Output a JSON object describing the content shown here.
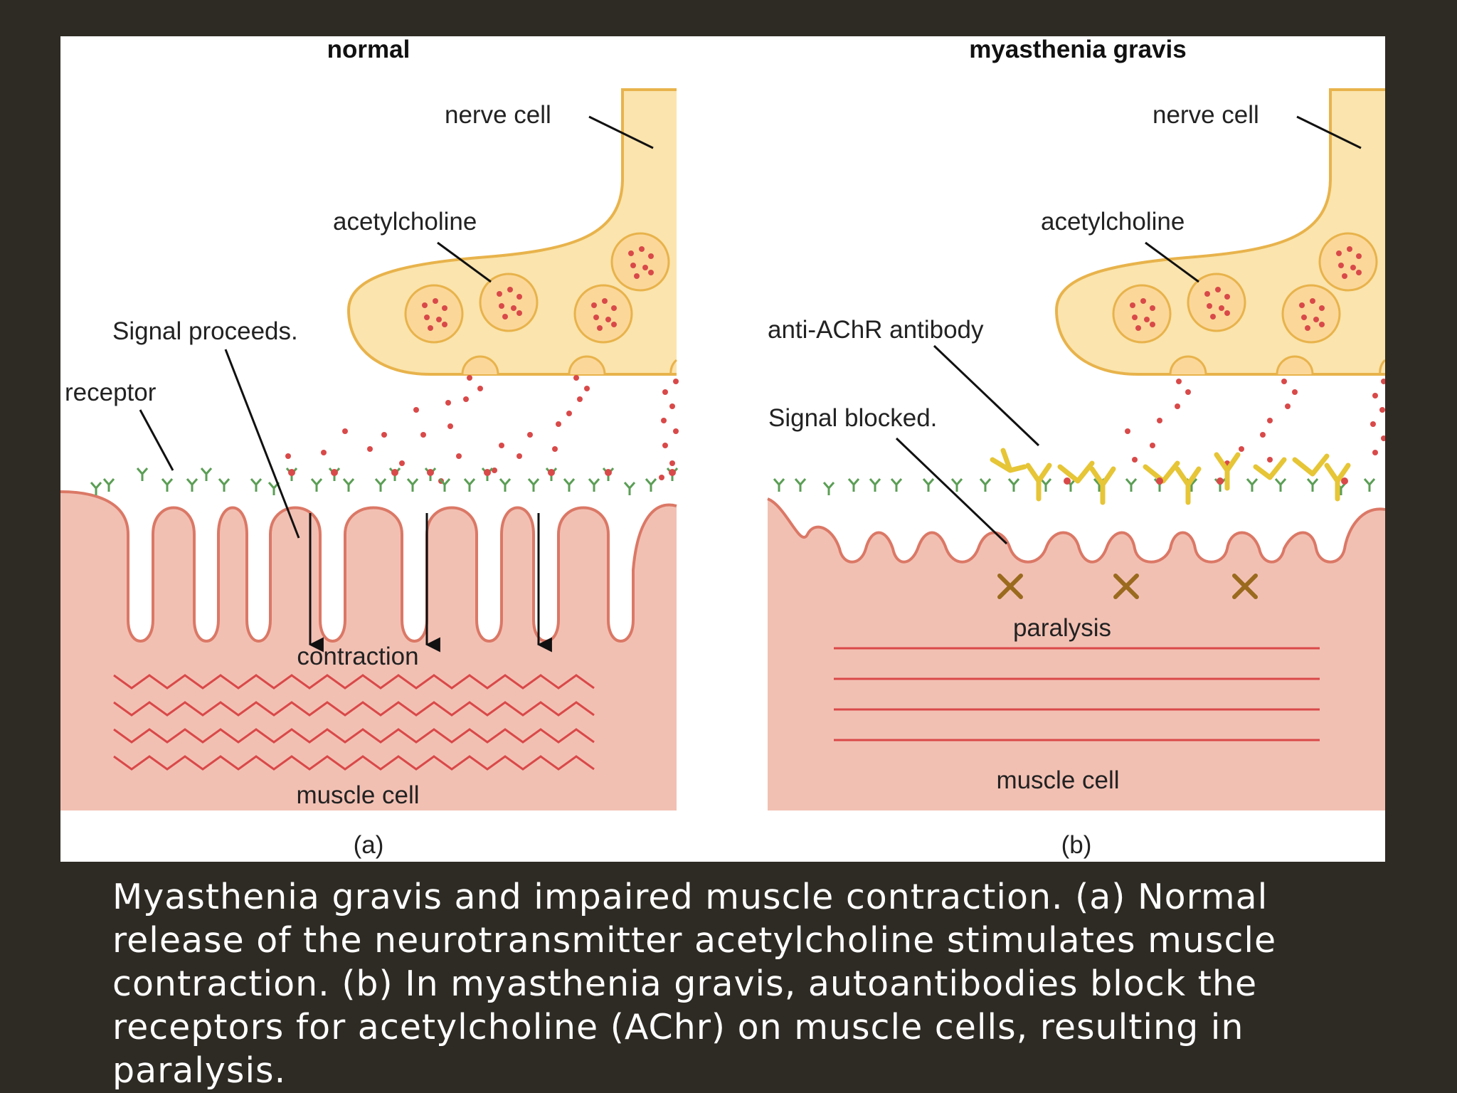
{
  "panel_a": {
    "heading": "normal",
    "nerve_cell": "nerve cell",
    "acetylcholine": "acetylcholine",
    "signal": "Signal proceeds.",
    "receptor": "receptor",
    "contraction": "contraction",
    "muscle_cell": "muscle cell",
    "panel_label": "(a)"
  },
  "panel_b": {
    "heading": "myasthenia gravis",
    "nerve_cell": "nerve cell",
    "acetylcholine": "acetylcholine",
    "antibody": "anti-AChR antibody",
    "signal": "Signal blocked.",
    "paralysis": "paralysis",
    "muscle_cell": "muscle cell",
    "panel_label": "(b)"
  },
  "caption": "Myasthenia gravis and impaired muscle contraction. (a) Normal release of the neurotransmitter acetylcholine stimulates muscle contraction. (b) In myasthenia gravis, autoantibodies block the receptors for acetylcholine (AChr) on muscle cells, resulting in paralysis.",
  "colors": {
    "background": "#2e2b24",
    "nerve_fill": "#fbe4ad",
    "nerve_stroke": "#e8b34c",
    "muscle_fill": "#f2c0b3",
    "muscle_stroke": "#db7866",
    "acetylcholine_dot": "#d94949",
    "receptor": "#5b9e55",
    "antibody": "#e6c536",
    "block_mark": "#9a6a1e"
  },
  "icons": {
    "signal_arrow": "down-arrow",
    "block_mark": "x-mark"
  }
}
